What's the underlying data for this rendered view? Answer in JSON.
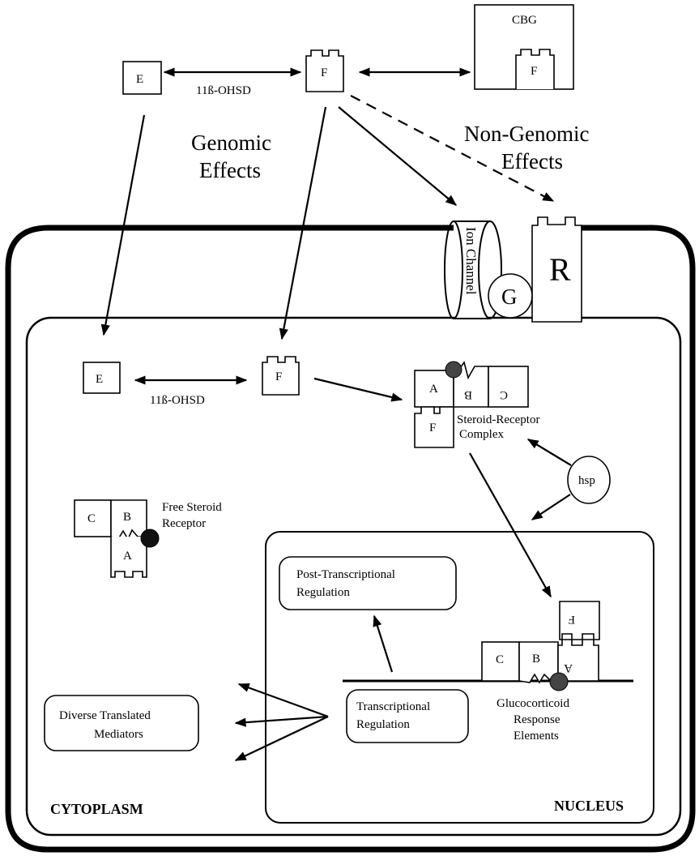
{
  "labels": {
    "e": "E",
    "f": "F",
    "cbg": "CBG",
    "ohsd": "11ß-OHSD",
    "genomic_line1": "Genomic",
    "genomic_line2": "Effects",
    "nongenomic_line1": "Non-Genomic",
    "nongenomic_line2": "Effects",
    "ion_channel": "Ion Channel",
    "g": "G",
    "r": "R",
    "a": "A",
    "b": "B",
    "c": "C",
    "steroid_receptor_line1": "Steroid-Receptor",
    "steroid_receptor_line2": "Complex",
    "hsp": "hsp",
    "free_steroid_line1": "Free Steroid",
    "free_steroid_line2": "Receptor",
    "post_transcriptional_line1": "Post-Transcriptional",
    "post_transcriptional_line2": "Regulation",
    "transcriptional_line1": "Transcriptional",
    "transcriptional_line2": "Regulation",
    "diverse_line1": "Diverse Translated",
    "diverse_line2": "Mediators",
    "gre_line1": "Glucocorticoid",
    "gre_line2": "Response",
    "gre_line3": "Elements",
    "cytoplasm": "CYTOPLASM",
    "nucleus": "NUCLEUS"
  }
}
